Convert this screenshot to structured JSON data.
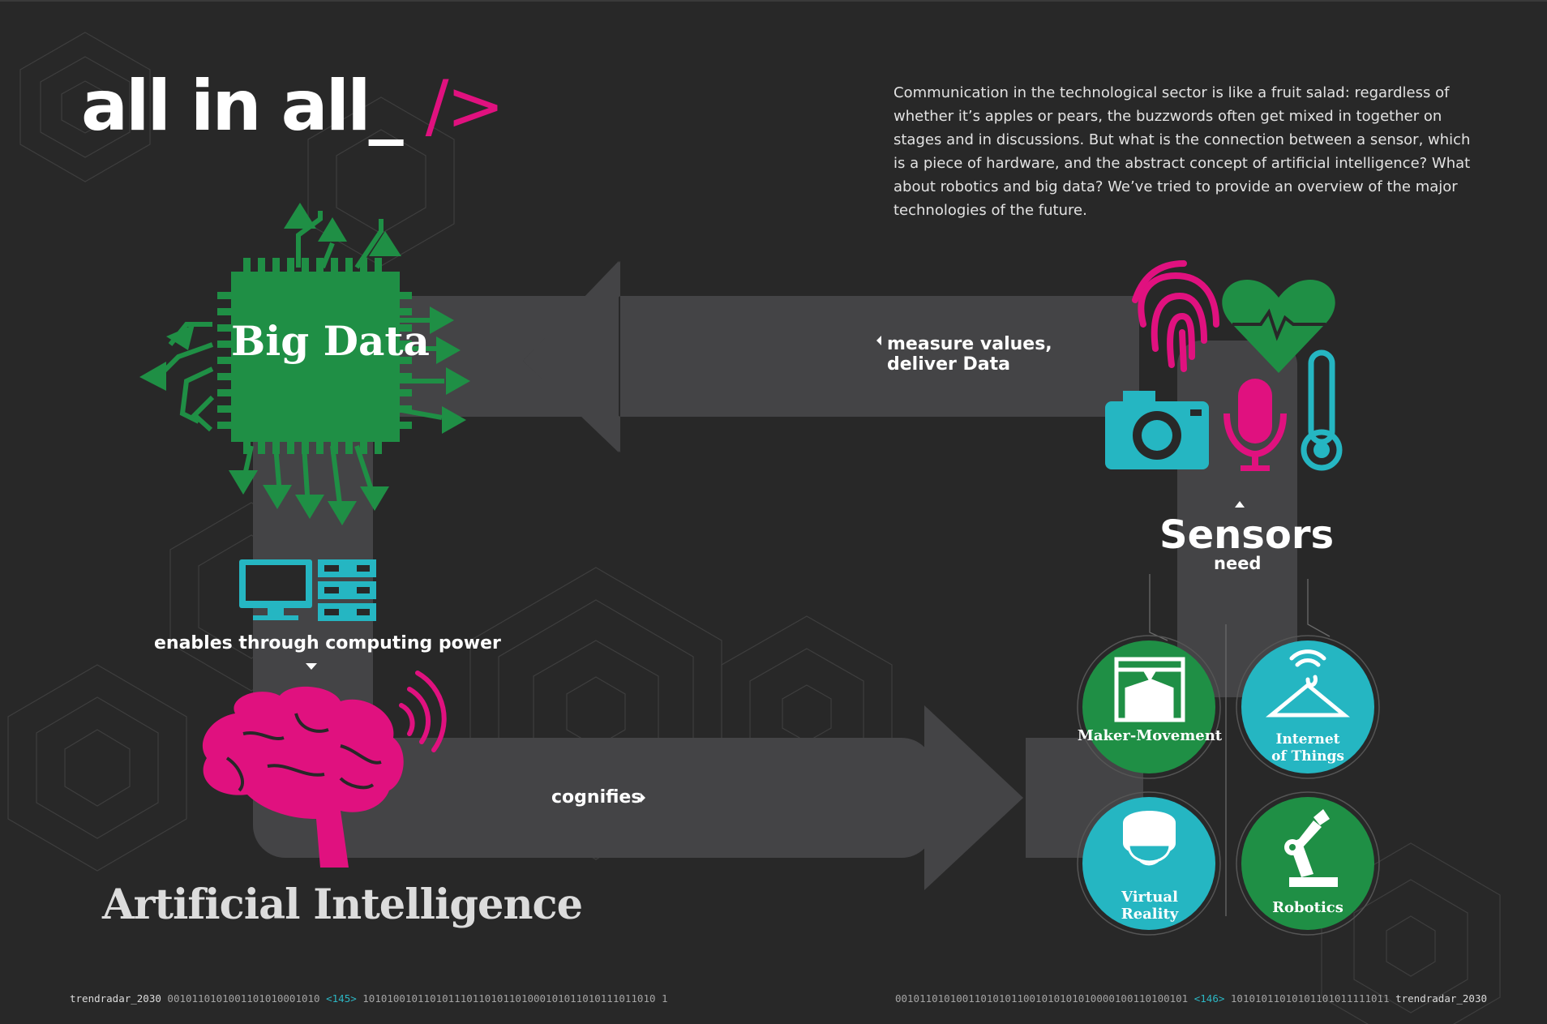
{
  "title": "all in all_",
  "title_mark": "/>",
  "intro": "Communication in the technological sector is like a fruit salad: regardless of whether it’s apples or pears, the buzzwords often get mixed in together on stages and in discussions. But what is the connection between a sensor, which is a piece of hardware, and the abstract concept of artificial intelligence? What about robotics and big data? We’ve tried to provide an overview of the major technologies of the future.",
  "nodes": {
    "big_data": "Big Data",
    "artificial_intelligence": "Artificial Intelligence",
    "sensors": "Sensors",
    "sensors_sub": "need"
  },
  "edges": {
    "sensors_to_bigdata": "measure values, deliver Data",
    "bigdata_to_ai": "enables through computing power",
    "ai_to_tech": "cognifies"
  },
  "technologies": [
    {
      "label": "Maker-Movement",
      "icon": "3d-printer-icon",
      "color": "#1f8f45"
    },
    {
      "label": "Internet of Things",
      "icon": "wifi-hanger-icon",
      "color": "#25b6c2"
    },
    {
      "label": "Virtual Reality",
      "icon": "vr-headset-icon",
      "color": "#25b6c2"
    },
    {
      "label": "Robotics",
      "icon": "robot-arm-icon",
      "color": "#1f8f45"
    }
  ],
  "sensor_icons": [
    "fingerprint-icon",
    "heart-rate-icon",
    "camera-icon",
    "microphone-icon",
    "thermometer-icon"
  ],
  "colors": {
    "green": "#1f8f45",
    "magenta": "#e0117f",
    "cyan": "#25b6c2",
    "arrow": "#444446",
    "background": "#282828"
  },
  "footer": {
    "left_tag": "trendradar_2030",
    "left_bits_1": "0010110101001101010001010",
    "left_page": "145",
    "left_bits_2": "101010010110101110110101101000101011010111011010 1",
    "right_bits_1": "001011010100110101011001010101010000100110100101",
    "right_page": "146",
    "right_bits_2": "10101011010101101011111011",
    "right_tag": "trendradar_2030"
  }
}
